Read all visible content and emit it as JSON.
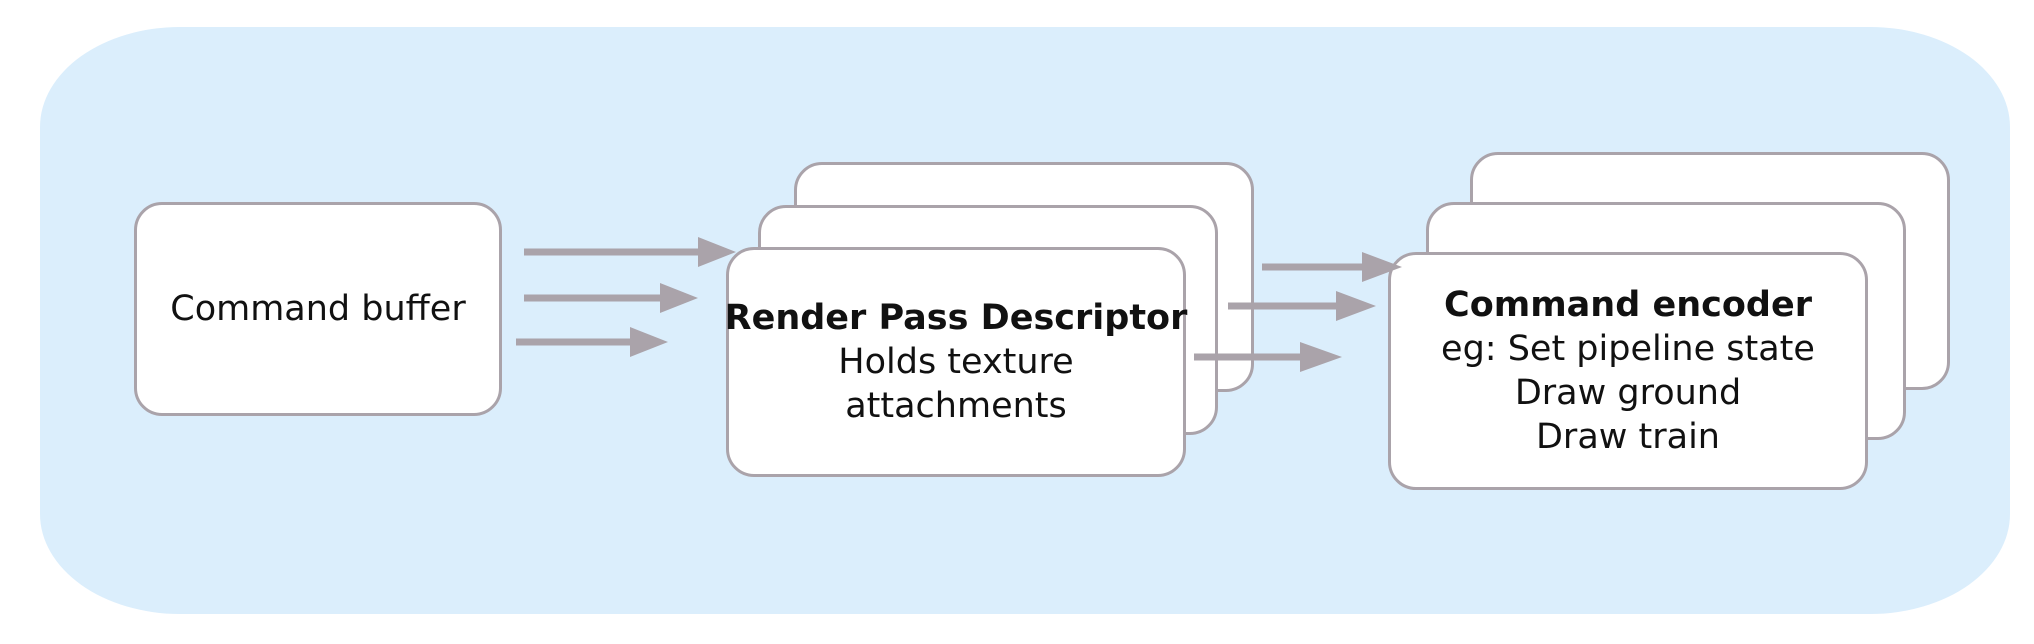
{
  "colors": {
    "panel_background": "#dbeefc",
    "card_background": "#ffffff",
    "card_border": "#aaa3aa",
    "arrow": "#aaa3aa",
    "text": "#111111"
  },
  "command_buffer": {
    "label": "Command buffer"
  },
  "render_pass_descriptor": {
    "title": "Render Pass Descriptor",
    "lines": [
      "Holds texture",
      "attachments"
    ]
  },
  "command_encoder": {
    "title": "Command encoder",
    "lines": [
      "eg: Set pipeline state",
      "Draw ground",
      "Draw train"
    ]
  }
}
